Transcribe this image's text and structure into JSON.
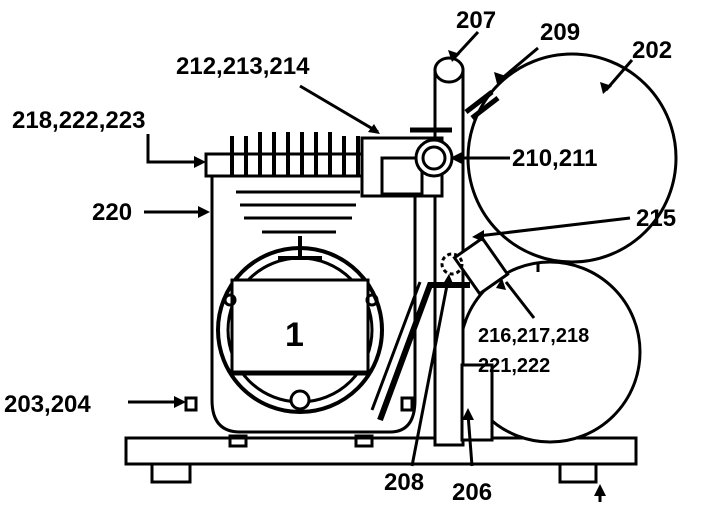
{
  "diagram": {
    "main_label": "1",
    "callouts": {
      "c207": "207",
      "c209": "209",
      "c202": "202",
      "c212": "212,213,214",
      "c218": "218,222,223",
      "c210": "210,211",
      "c220": "220",
      "c215": "215",
      "c216a": "216,217,218",
      "c216b": "221,222",
      "c203": "203,204",
      "c208": "208",
      "c206": "206"
    }
  }
}
